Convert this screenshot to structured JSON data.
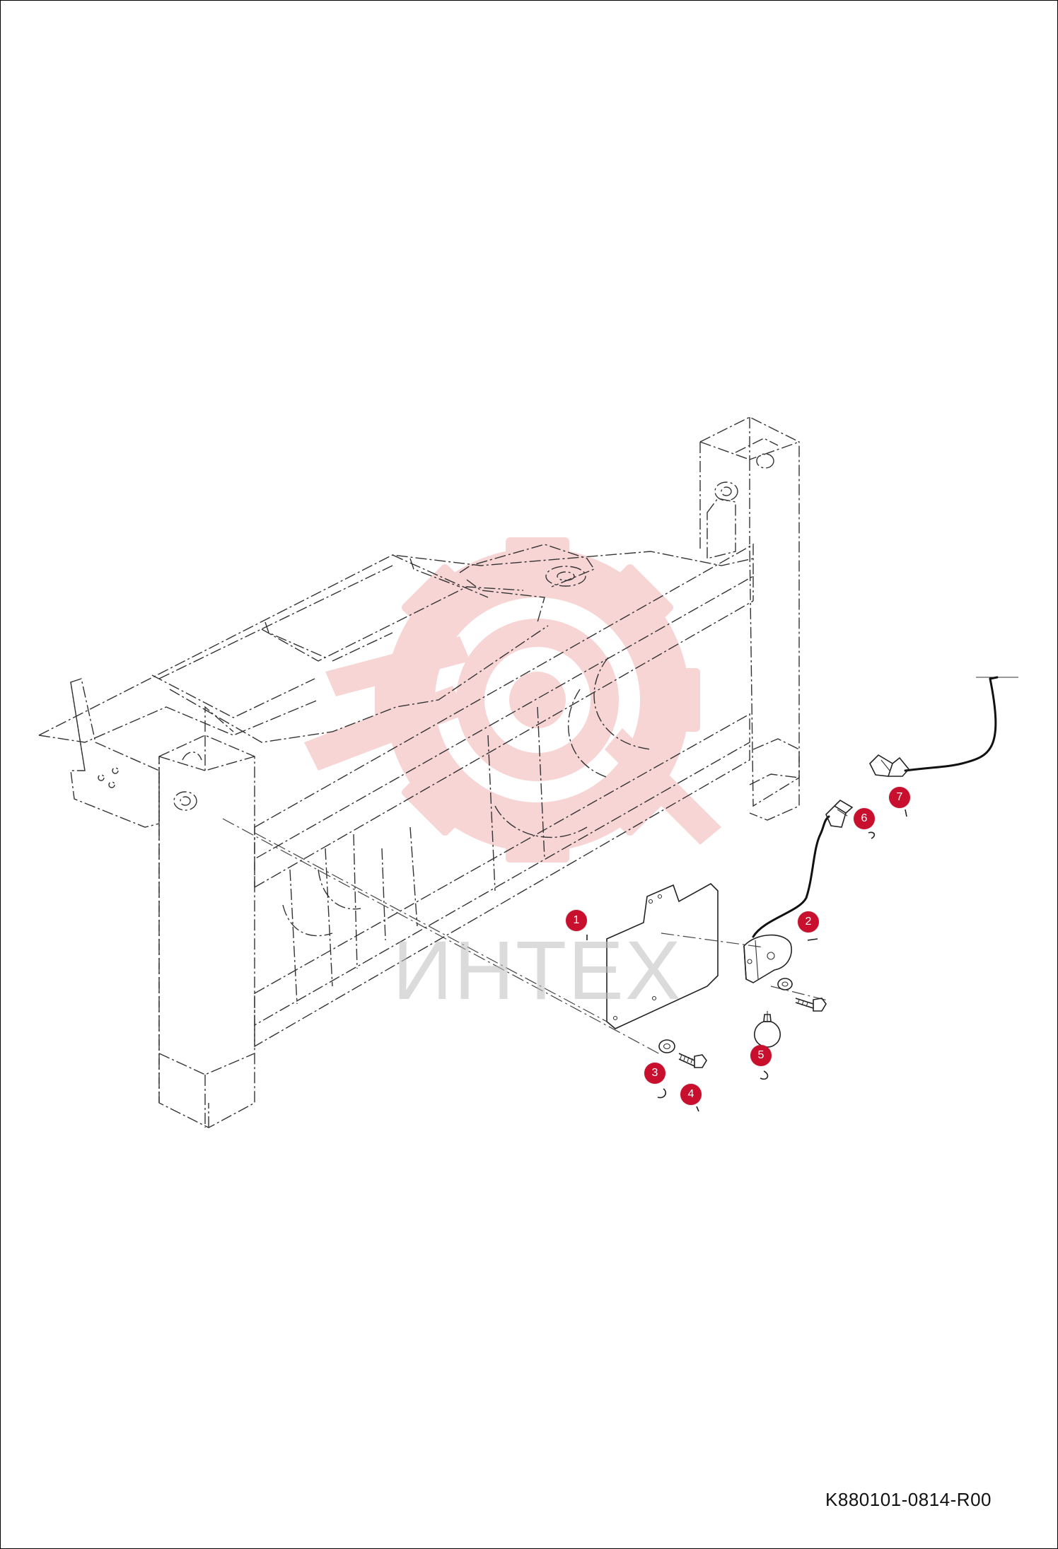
{
  "drawing_code": "K880101-0814-R00",
  "watermark": {
    "text": "ИНТЕХ",
    "logo_icon": "gear-wrench-logo-icon",
    "color": "#f2b8b8"
  },
  "callouts": [
    {
      "label": "1"
    },
    {
      "label": "2"
    },
    {
      "label": "3"
    },
    {
      "label": "4"
    },
    {
      "label": "5"
    },
    {
      "label": "6"
    },
    {
      "label": "7"
    }
  ],
  "colors": {
    "callout_fill": "#c8102e",
    "callout_text": "#ffffff",
    "line": "#333333"
  }
}
